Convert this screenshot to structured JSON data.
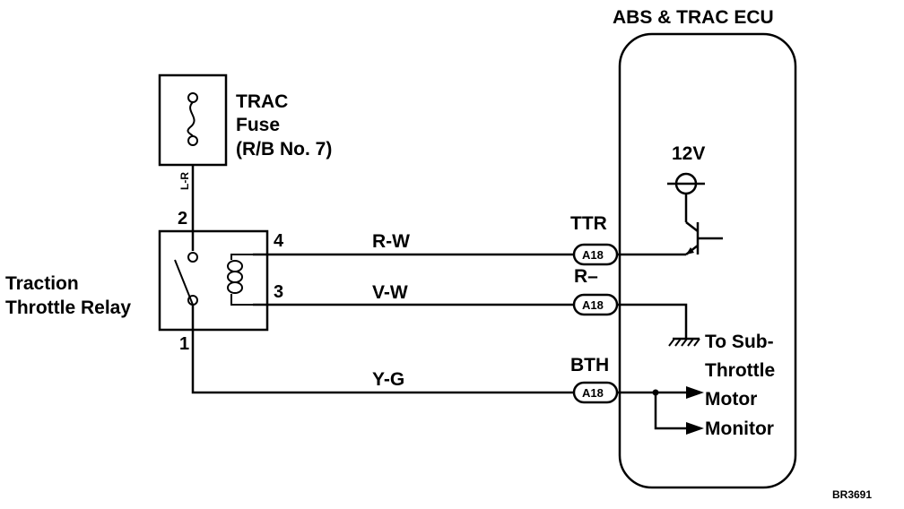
{
  "ecu": {
    "title": "ABS & TRAC ECU"
  },
  "fuse": {
    "line1": "TRAC",
    "line2": "Fuse",
    "line3": "(R/B No. 7)",
    "wire_color": "L-R"
  },
  "relay": {
    "line1": "Traction",
    "line2": "Throttle Relay",
    "pin1": "1",
    "pin2": "2",
    "pin3": "3",
    "pin4": "4"
  },
  "wires": {
    "rw": "R-W",
    "vw": "V-W",
    "yg": "Y-G"
  },
  "terminals": {
    "ttr": "TTR",
    "r_minus": "R–",
    "bth": "BTH",
    "connector": "A18"
  },
  "ecu_internal": {
    "supply": "12V",
    "output_lines": [
      "To Sub-",
      "Throttle",
      "Motor",
      "Monitor"
    ]
  },
  "figure_code": "BR3691"
}
